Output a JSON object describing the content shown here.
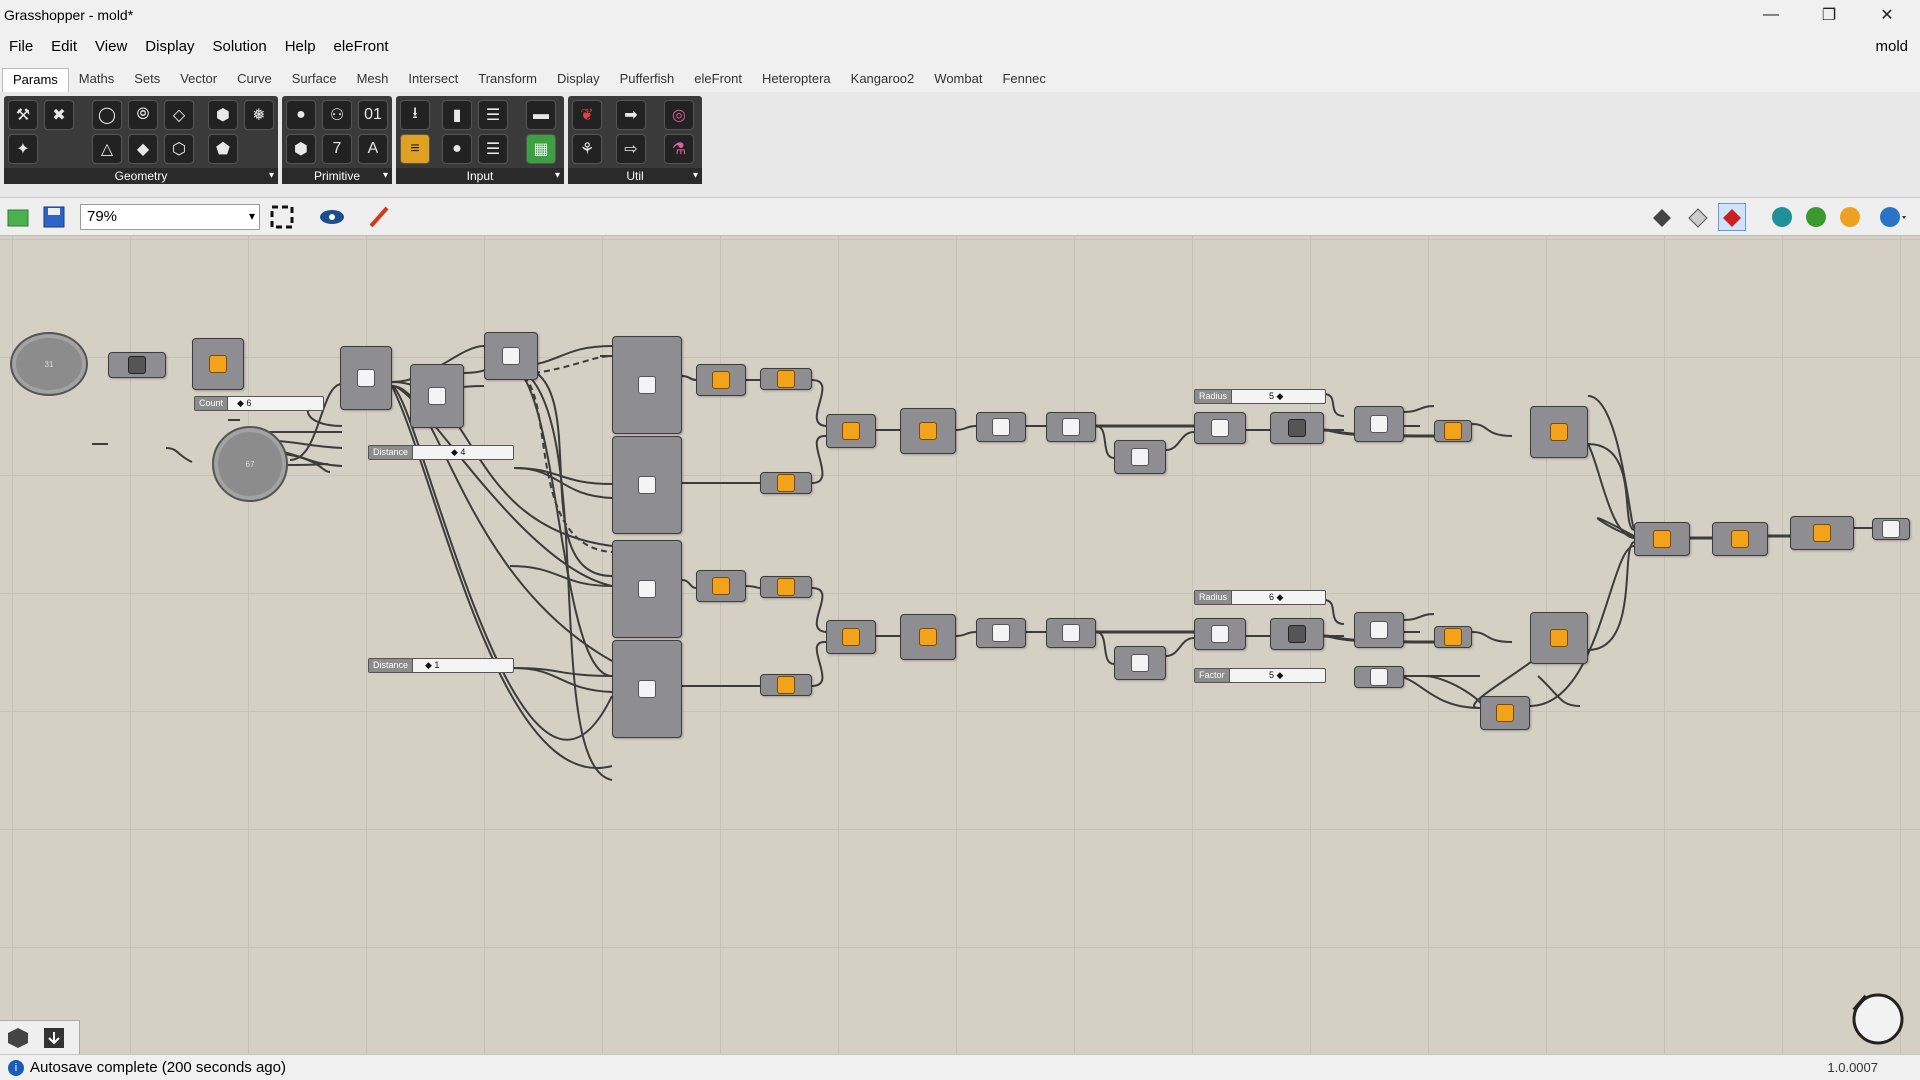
{
  "window": {
    "title": "Grasshopper - mold*",
    "doc_name": "mold",
    "minimize_glyph": "—",
    "restore_glyph": "❐",
    "close_glyph": "✕"
  },
  "menu": [
    "File",
    "Edit",
    "View",
    "Display",
    "Solution",
    "Help",
    "eleFront"
  ],
  "tabs": [
    "Params",
    "Maths",
    "Sets",
    "Vector",
    "Curve",
    "Surface",
    "Mesh",
    "Intersect",
    "Transform",
    "Display",
    "Pufferfish",
    "eleFront",
    "Heteroptera",
    "Kangaroo2",
    "Wombat",
    "Fennec"
  ],
  "active_tab": "Params",
  "ribbon_panels": [
    {
      "label": "Geometry",
      "icons": [
        "⚒",
        "✖",
        "◯",
        "⦾",
        "◇",
        "⬢",
        "❅",
        "✦",
        "△",
        "◆",
        "⬡",
        "⬟"
      ]
    },
    {
      "label": "Primitive",
      "icons": [
        "●",
        "⚇",
        "01",
        "⬢",
        "7",
        "A"
      ]
    },
    {
      "label": "Input",
      "icons": [
        "⭳",
        "▮",
        "☰",
        "▬",
        "≡",
        "●",
        "☰",
        "▦"
      ]
    },
    {
      "label": "Util",
      "icons": [
        "❦",
        "➡",
        "◎",
        "⚘",
        "⇨",
        "⚗"
      ]
    }
  ],
  "toolbar": {
    "zoom": "79%"
  },
  "sliders": [
    {
      "label": "Count",
      "value": "◆ 6"
    },
    {
      "label": "Distance",
      "value": "◆ 4"
    },
    {
      "label": "Distance",
      "value": "◆ 1"
    },
    {
      "label": "Radius",
      "value": "5 ◆"
    },
    {
      "label": "Radius",
      "value": "6 ◆"
    },
    {
      "label": "Factor",
      "value": "5 ◆"
    }
  ],
  "knobs": [
    "31",
    "67"
  ],
  "status": {
    "message": "Autosave complete (200 seconds ago)",
    "version": "1.0.0007"
  }
}
